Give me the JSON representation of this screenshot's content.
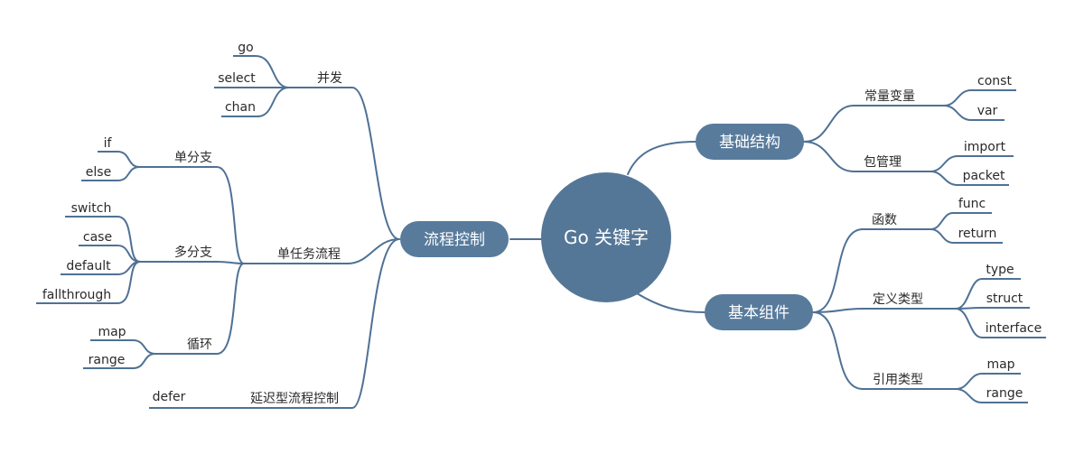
{
  "root": "Go 关键字",
  "left": {
    "label": "流程控制",
    "children": [
      {
        "label": "并发",
        "children": [
          "go",
          "select",
          "chan"
        ]
      },
      {
        "label": "单任务流程",
        "children": [
          {
            "label": "单分支",
            "children": [
              "if",
              "else"
            ]
          },
          {
            "label": "多分支",
            "children": [
              "switch",
              "case",
              "default",
              "fallthrough"
            ]
          },
          {
            "label": "循环",
            "children": [
              "map",
              "range"
            ]
          }
        ]
      },
      {
        "label": "延迟型流程控制",
        "children": [
          "defer"
        ]
      }
    ]
  },
  "right_top": {
    "label": "基础结构",
    "children": [
      {
        "label": "常量变量",
        "children": [
          "const",
          "var"
        ]
      },
      {
        "label": "包管理",
        "children": [
          "import",
          "packet"
        ]
      }
    ]
  },
  "right_bottom": {
    "label": "基本组件",
    "children": [
      {
        "label": "函数",
        "children": [
          "func",
          "return"
        ]
      },
      {
        "label": "定义类型",
        "children": [
          "type",
          "struct",
          "interface"
        ]
      },
      {
        "label": "引用类型",
        "children": [
          "map",
          "range"
        ]
      }
    ]
  },
  "colors": {
    "node_fill": "#587b9c",
    "root_fill": "#557797",
    "line": "#4f7194",
    "text": "#2a2a2a"
  }
}
